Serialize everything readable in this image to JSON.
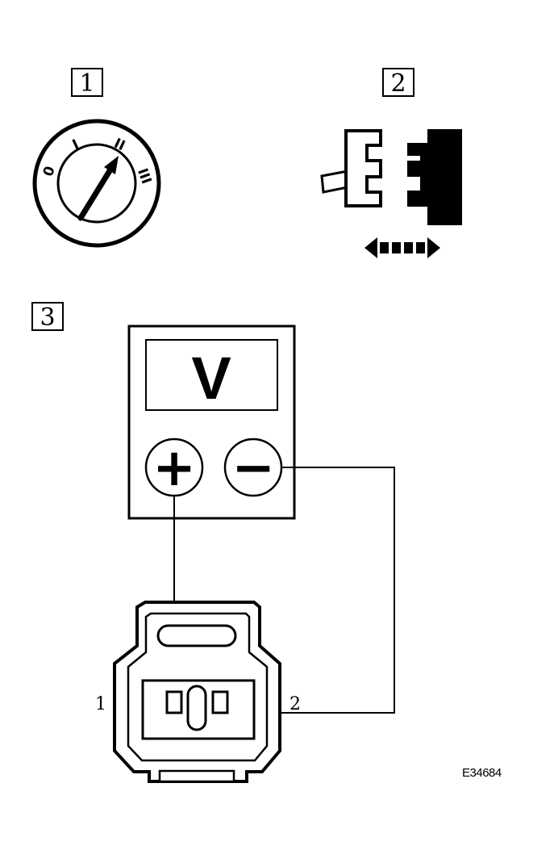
{
  "steps": {
    "step1": "1",
    "step2": "2",
    "step3": "3"
  },
  "ignition": {
    "positions": [
      "0",
      "I",
      "II",
      "III"
    ]
  },
  "meter": {
    "unit": "V",
    "positive_symbol": "+",
    "negative_symbol": "−"
  },
  "connector": {
    "terminal_1": "1",
    "terminal_2": "2"
  },
  "reference_code": "E34684",
  "colors": {
    "ink": "#000000",
    "background": "#ffffff"
  }
}
